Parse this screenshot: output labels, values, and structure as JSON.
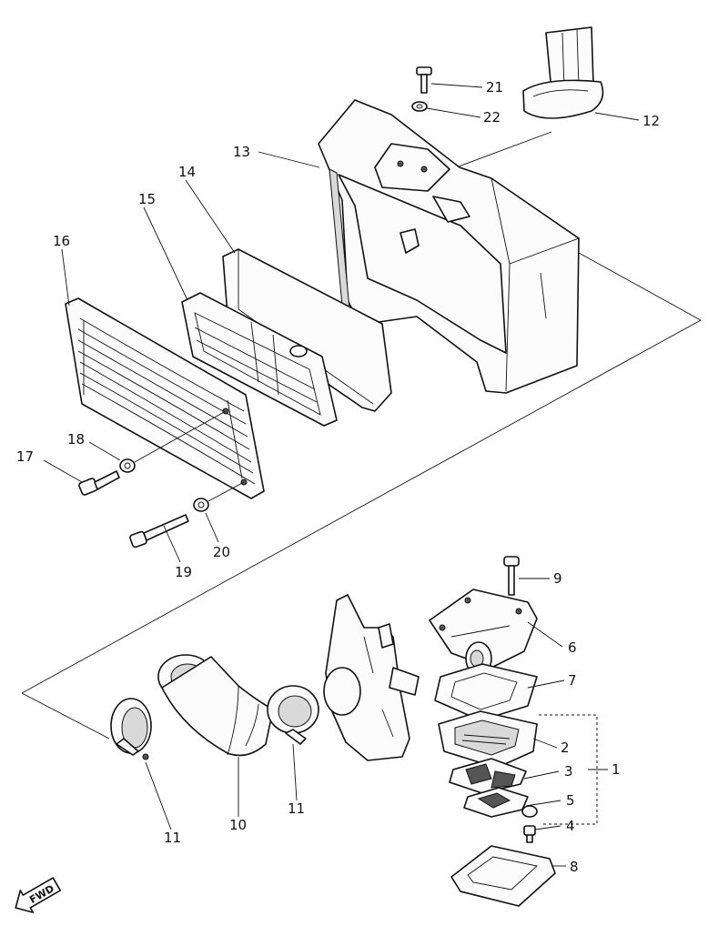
{
  "callouts": {
    "c21": "21",
    "c22": "22",
    "c12": "12",
    "c13": "13",
    "c14": "14",
    "c15": "15",
    "c16": "16",
    "c17": "17",
    "c18": "18",
    "c19": "19",
    "c20": "20",
    "c9": "9",
    "c6": "6",
    "c7": "7",
    "c2": "2",
    "c3": "3",
    "c1": "1",
    "c5": "5",
    "c4": "4",
    "c8": "8",
    "c11a": "11",
    "c10": "10",
    "c11b": "11"
  },
  "fwd_label": "FWD"
}
